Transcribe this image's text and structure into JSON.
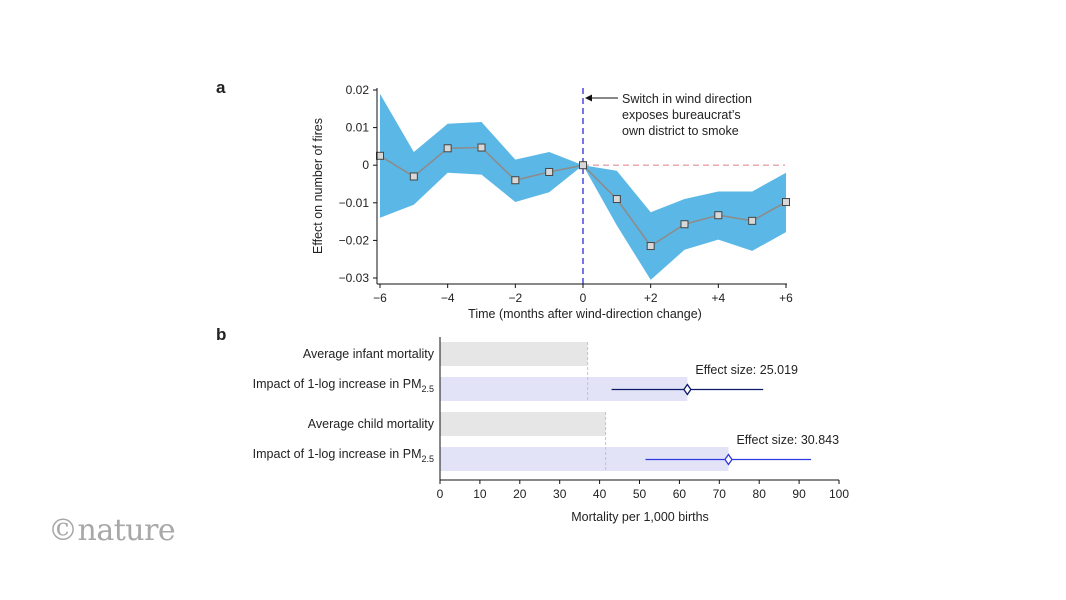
{
  "logo": {
    "text": "©nature"
  },
  "colors": {
    "band": "#5bb8e6",
    "line": "#8c8c8c",
    "marker_edge": "#444444",
    "vline": "#3b3bdc",
    "hline": "#e8a0a8",
    "bar_avg": "#e6e6e6",
    "bar_impact": "#e3e3f8",
    "effect_infant": "#0d1a6b",
    "effect_child": "#2f39e0"
  },
  "chart_data": [
    {
      "type": "line",
      "panel_label": "a",
      "xlabel": "Time (months after wind-direction change)",
      "ylabel": "Effect on number of fires",
      "xlim": [
        -6,
        6
      ],
      "ylim": [
        -0.031,
        0.02
      ],
      "x_ticks": [
        {
          "value": -6,
          "label": "−6"
        },
        {
          "value": -4,
          "label": "−4"
        },
        {
          "value": -2,
          "label": "−2"
        },
        {
          "value": 0,
          "label": "0"
        },
        {
          "value": 2,
          "label": "+2"
        },
        {
          "value": 4,
          "label": "+4"
        },
        {
          "value": 6,
          "label": "+6"
        }
      ],
      "y_ticks": [
        {
          "value": 0.02,
          "label": "0.02"
        },
        {
          "value": 0.01,
          "label": "0.01"
        },
        {
          "value": 0,
          "label": "0"
        },
        {
          "value": -0.01,
          "label": "−0.01"
        },
        {
          "value": -0.02,
          "label": "−0.02"
        },
        {
          "value": -0.03,
          "label": "−0.03"
        }
      ],
      "x": [
        -6,
        -5,
        -4,
        -3,
        -2,
        -1,
        0,
        1,
        2,
        3,
        4,
        5,
        6
      ],
      "values": [
        0.0025,
        -0.003,
        0.0045,
        0.0047,
        -0.004,
        -0.0018,
        0,
        -0.009,
        -0.0215,
        -0.0157,
        -0.0133,
        -0.0148,
        -0.0098
      ],
      "upper": [
        0.019,
        0.0035,
        0.011,
        0.0115,
        0.0015,
        0.0035,
        0,
        -0.0015,
        -0.0125,
        -0.009,
        -0.007,
        -0.007,
        -0.002
      ],
      "lower": [
        -0.014,
        -0.0105,
        -0.002,
        -0.0025,
        -0.0098,
        -0.0072,
        0,
        -0.016,
        -0.0305,
        -0.0225,
        -0.0198,
        -0.0228,
        -0.0178
      ],
      "vline_x": 0,
      "hline_start_x": 0,
      "annotation": {
        "lines": [
          "Switch in wind direction",
          "exposes bureaucrat’s",
          "own district to smoke"
        ]
      }
    },
    {
      "type": "bar",
      "orientation": "horizontal",
      "panel_label": "b",
      "xlabel": "Mortality per 1,000 births",
      "xlim": [
        0,
        100
      ],
      "x_ticks": [
        0,
        10,
        20,
        30,
        40,
        50,
        60,
        70,
        80,
        90,
        100
      ],
      "groups": [
        {
          "avg_label": "Average infant mortality",
          "avg_value": 37,
          "impact_label_main": "Impact of 1-log increase in PM",
          "impact_label_sub": "2.5",
          "effect_value": 62,
          "ci": [
            43,
            81
          ],
          "effect_label": "Effect size: 25.019"
        },
        {
          "avg_label": "Average child mortality",
          "avg_value": 41.5,
          "impact_label_main": "Impact of 1-log increase in PM",
          "impact_label_sub": "2.5",
          "effect_value": 72.3,
          "ci": [
            51.5,
            93
          ],
          "effect_label": "Effect size: 30.843"
        }
      ]
    }
  ]
}
